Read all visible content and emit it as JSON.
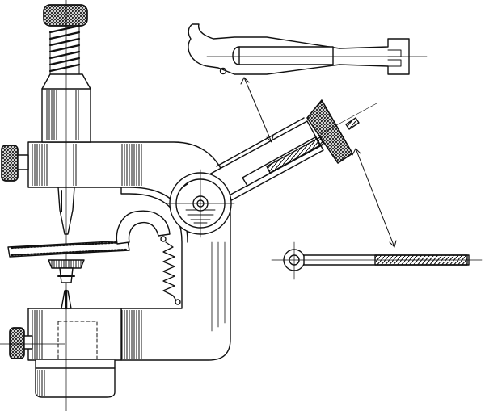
{
  "figure": {
    "has_text": false
  },
  "colors": {
    "ink": "#111111",
    "paper": "#ffffff"
  },
  "drawing": {
    "mechanism": "wheel-staking-and-uprighting-tool",
    "views": [
      "assembled-tool-side-view",
      "top-lever-detail",
      "threaded-rod-detail"
    ],
    "leader_lines": 2
  }
}
